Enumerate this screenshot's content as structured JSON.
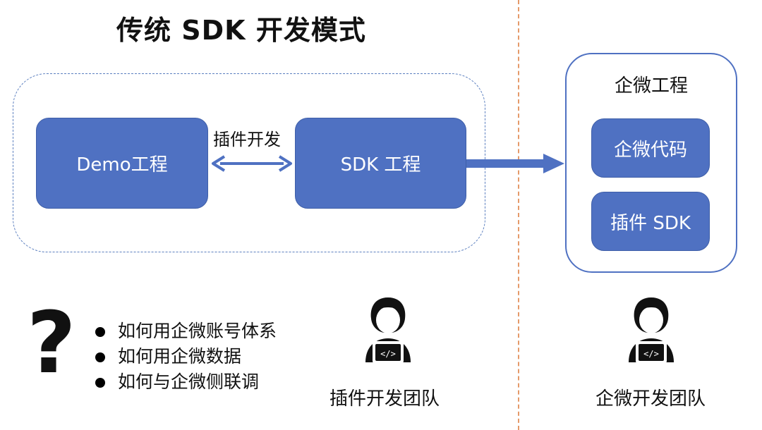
{
  "title": "传统 SDK 开发模式",
  "left_group": {
    "demo_box": "Demo工程",
    "sdk_box": "SDK 工程",
    "arrow_label": "插件开发"
  },
  "right_panel": {
    "title": "企微工程",
    "item1": "企微代码",
    "item2": "插件 SDK"
  },
  "questions": {
    "symbol": "?",
    "items": [
      "如何用企微账号体系",
      "如何用企微数据",
      "如何与企微侧联调"
    ]
  },
  "teams": {
    "plugin_team": "插件开发团队",
    "wecom_team": "企微开发团队"
  },
  "colors": {
    "box_fill": "#4f71c2",
    "arrow": "#4f71c2",
    "divider": "#e59a6a"
  },
  "icons": [
    "developer-icon",
    "developer-icon"
  ]
}
